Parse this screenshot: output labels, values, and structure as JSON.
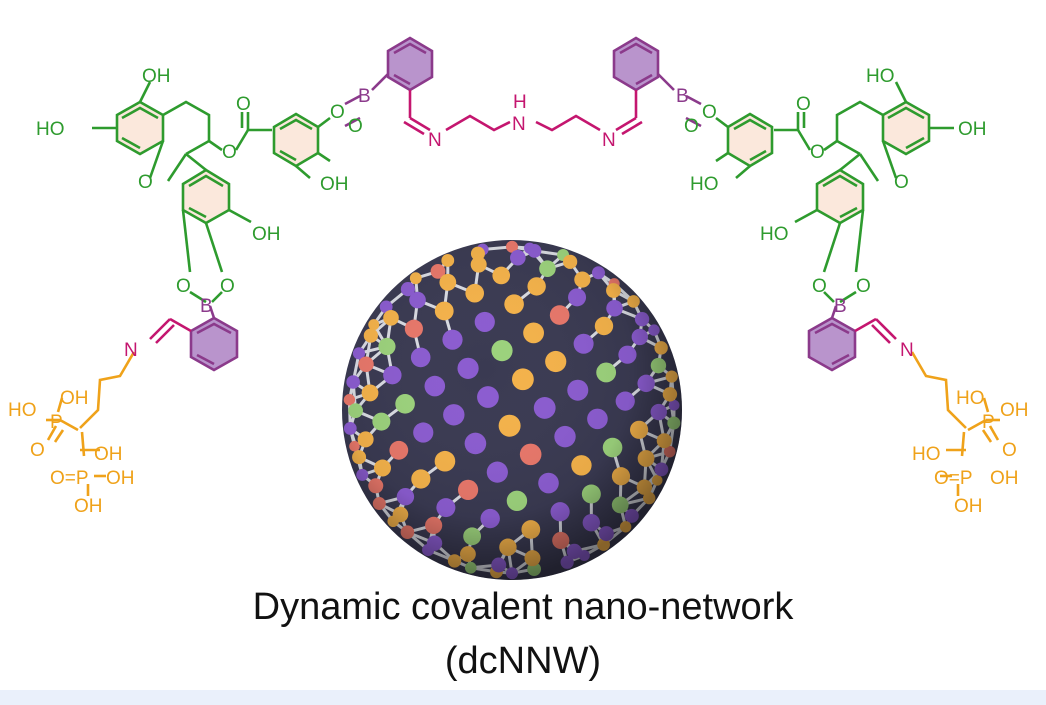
{
  "colors": {
    "green": "#2e9b2e",
    "green_fill": "#fbe8dc",
    "purple": "#8b3a8b",
    "purple_fill": "#b994cc",
    "magenta": "#c4166f",
    "orange": "#efa21a",
    "sphere_purple": "#8b5cd0",
    "sphere_orange": "#f4b24a",
    "sphere_red": "#e8776a",
    "sphere_green": "#9cd27c"
  },
  "labels": {
    "oh": "OH",
    "ho": "HO",
    "o": "O",
    "b": "B",
    "n": "N",
    "h": "H",
    "p": "P",
    "o_eq_p": "O=P",
    "o_eq": "O"
  },
  "caption": {
    "line1": "Dynamic covalent nano-network",
    "line2": "(dcNNW)"
  }
}
